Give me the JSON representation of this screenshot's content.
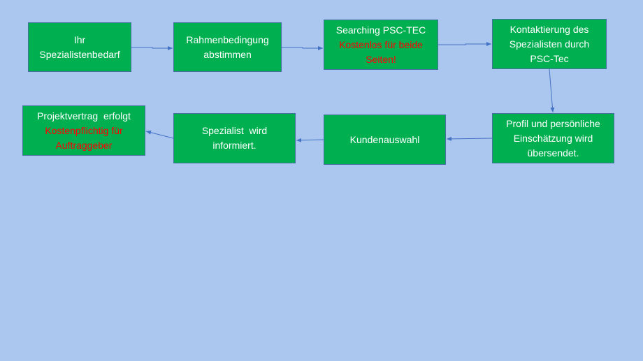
{
  "steps": [
    {
      "lines": [
        "Ihr",
        "Spezialistenbedarf"
      ],
      "note": ""
    },
    {
      "lines": [
        "Rahmenbedingung",
        "abstimmen"
      ],
      "note": ""
    },
    {
      "lines": [
        "Searching PSC-TEC"
      ],
      "note": "Kostenlos für beide Seiten!"
    },
    {
      "lines": [
        "Kontaktierung des",
        "Spezialisten durch",
        "PSC-Tec"
      ],
      "note": ""
    },
    {
      "lines": [
        "Profil und persönliche",
        "Einschätzung wird",
        "übersendet."
      ],
      "note": ""
    },
    {
      "lines": [
        "Kundenauswahl"
      ],
      "note": ""
    },
    {
      "lines": [
        "Spezialist  wird",
        "informiert."
      ],
      "note": ""
    },
    {
      "lines": [
        "Projektvertrag  erfolgt"
      ],
      "note": "Kostenpflichtig für Auftraggeber"
    }
  ],
  "colors": {
    "background": "#abc7ef",
    "box": "#00b050",
    "arrow": "#4472c4",
    "note": "#ff0000"
  }
}
